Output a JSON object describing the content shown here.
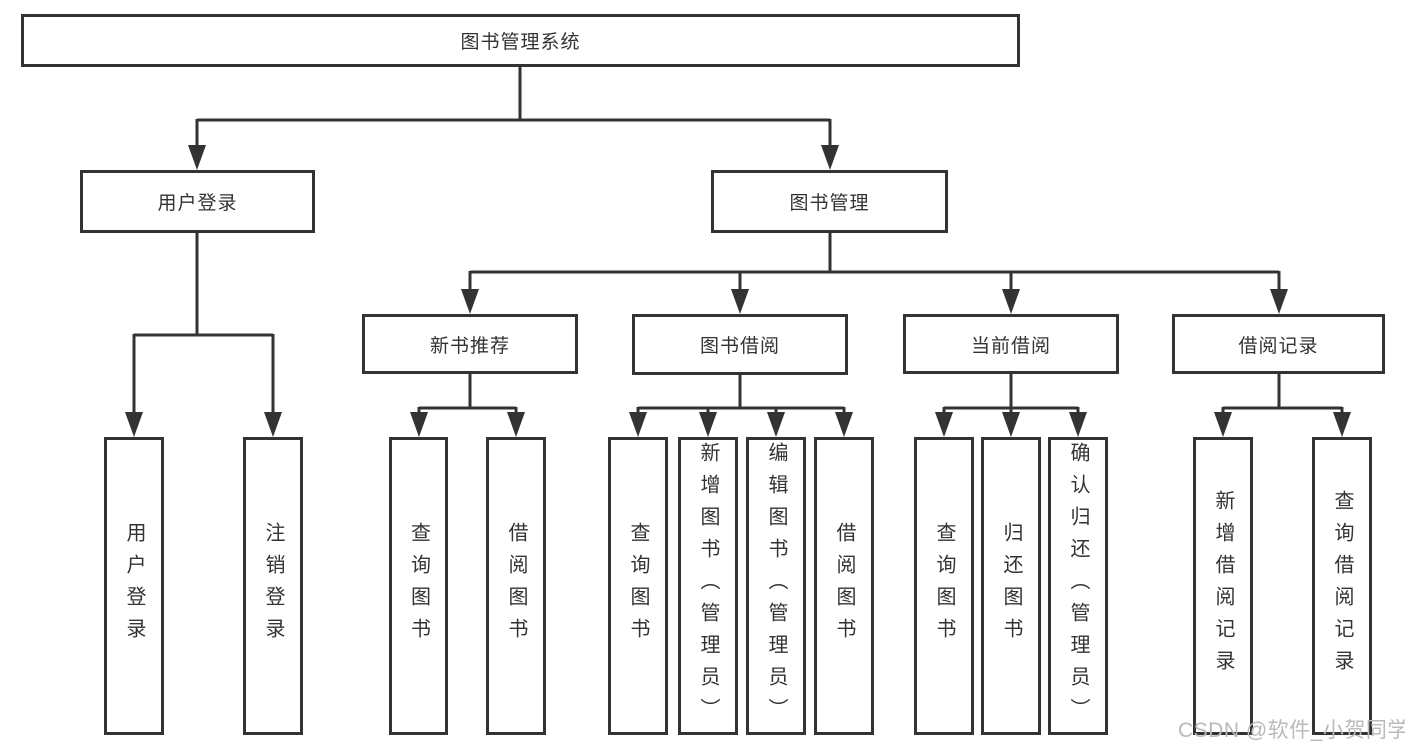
{
  "tree": {
    "label": "图书管理系统",
    "children": [
      {
        "label": "用户登录",
        "children": [
          {
            "label": "用户登录"
          },
          {
            "label": "注销登录"
          }
        ]
      },
      {
        "label": "图书管理",
        "children": [
          {
            "label": "新书推荐",
            "children": [
              {
                "label": "查询图书"
              },
              {
                "label": "借阅图书"
              }
            ]
          },
          {
            "label": "图书借阅",
            "children": [
              {
                "label": "查询图书"
              },
              {
                "label": "新增图书（管理员）"
              },
              {
                "label": "编辑图书（管理员）"
              },
              {
                "label": "借阅图书"
              }
            ]
          },
          {
            "label": "当前借阅",
            "children": [
              {
                "label": "查询图书"
              },
              {
                "label": "归还图书"
              },
              {
                "label": "确认归还（管理员）"
              }
            ]
          },
          {
            "label": "借阅记录",
            "children": [
              {
                "label": "新增借阅记录"
              },
              {
                "label": "查询借阅记录"
              }
            ]
          }
        ]
      }
    ]
  },
  "watermark": {
    "text": "CSDN @软件_小贺同学"
  },
  "colors": {
    "line": "#333333",
    "text": "#333333",
    "watermark": "#b9b9be",
    "background": "#ffffff"
  }
}
